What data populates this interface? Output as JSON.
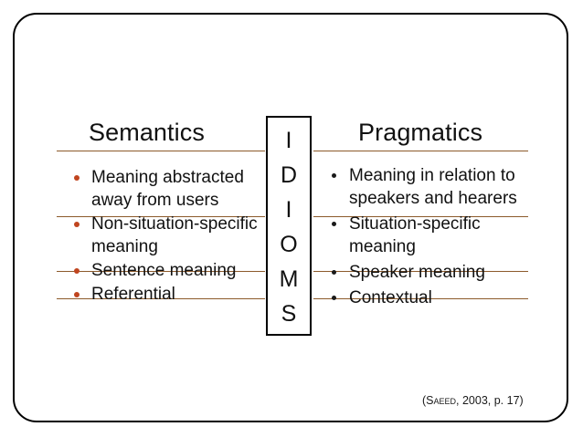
{
  "slide": {
    "frame_color": "#000000",
    "background": "#ffffff"
  },
  "columns": {
    "left": {
      "title": "Semantics",
      "bullet_color": "#c0451f",
      "items": [
        "Meaning abstracted away from users",
        "Non-situation-specific meaning",
        "Sentence meaning",
        "Referential"
      ]
    },
    "right": {
      "title": "Pragmatics",
      "bullet_color": "#1a1a1a",
      "items": [
        "Meaning in relation to speakers and hearers",
        "Situation-specific meaning",
        "Speaker meaning",
        "Contextual"
      ]
    }
  },
  "center_box": {
    "word": "IDIOMS",
    "letters": [
      "I",
      "D",
      "I",
      "O",
      "M",
      "S"
    ],
    "border_color": "#000000"
  },
  "rules": {
    "color": "#8c5a2b",
    "count": 4
  },
  "citation": {
    "open_paren": "(",
    "author": "Saeed",
    "rest": ", 2003, p. 17)",
    "full": "(SAEED, 2003, p. 17)"
  }
}
